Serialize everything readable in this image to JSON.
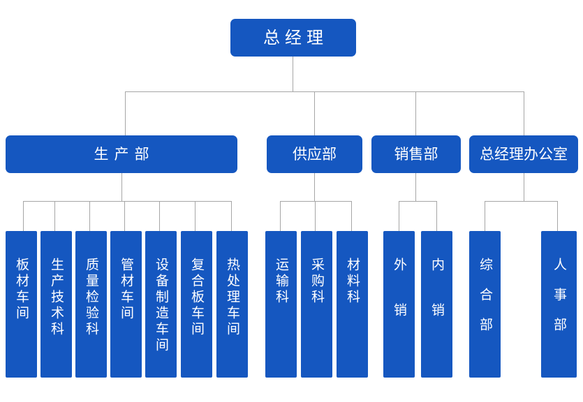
{
  "chart": {
    "type": "org-chart",
    "title": "",
    "colors": {
      "node_fill": "#1557c0",
      "node_text": "#ffffff",
      "connector": "#a6a6a6",
      "background": "#ffffff"
    },
    "root": {
      "label": "总经理",
      "level": 1
    },
    "departments": [
      {
        "label": "生产部",
        "level": 2
      },
      {
        "label": "供应部",
        "level": 2
      },
      {
        "label": "销售部",
        "level": 2
      },
      {
        "label": "总经理办公室",
        "level": 2
      }
    ],
    "units": [
      {
        "label": "板材车间",
        "parent": "生产部",
        "level": 3
      },
      {
        "label": "生产技术科",
        "parent": "生产部",
        "level": 3
      },
      {
        "label": "质量检验科",
        "parent": "生产部",
        "level": 3
      },
      {
        "label": "管材车间",
        "parent": "生产部",
        "level": 3
      },
      {
        "label": "设备制造车间",
        "parent": "生产部",
        "level": 3
      },
      {
        "label": "复合板车间",
        "parent": "生产部",
        "level": 3
      },
      {
        "label": "热处理车间",
        "parent": "生产部",
        "level": 3
      },
      {
        "label": "运输科",
        "parent": "供应部",
        "level": 3
      },
      {
        "label": "采购科",
        "parent": "供应部",
        "level": 3
      },
      {
        "label": "材料科",
        "parent": "供应部",
        "level": 3
      },
      {
        "label": "外销",
        "parent": "销售部",
        "level": 3
      },
      {
        "label": "内销",
        "parent": "销售部",
        "level": 3
      },
      {
        "label": "综合部",
        "parent": "总经理办公室",
        "level": 3
      },
      {
        "label": "人事部",
        "parent": "总经理办公室",
        "level": 3
      }
    ]
  }
}
